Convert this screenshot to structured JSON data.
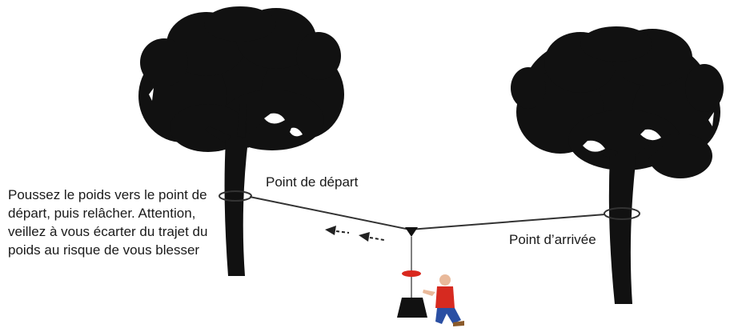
{
  "instruction": "Poussez le poids vers le point de départ, puis relâcher. Attention, veillez à vous écarter du trajet du poids au risque de vous blesser",
  "labels": {
    "start": "Point de départ",
    "end": "Point d’arrivée"
  },
  "colors": {
    "tree": "#111111",
    "line": "#333333",
    "disc": "#d9281e",
    "shirt": "#d62a20",
    "pants": "#2a4fa3",
    "skin": "#e9b99a",
    "weight": "#111111"
  },
  "icons": {
    "left_tree": "tree-icon",
    "right_tree": "tree-icon",
    "arrows": "arrow-left-icon",
    "person": "person-icon",
    "weight": "weight-icon"
  }
}
